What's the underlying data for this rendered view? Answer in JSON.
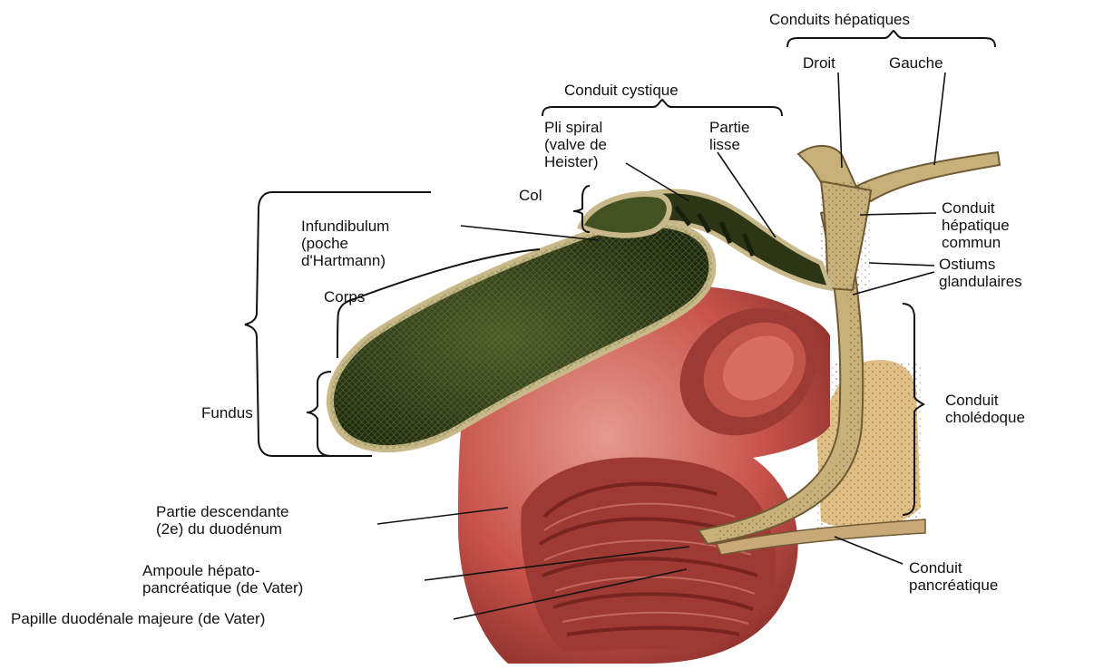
{
  "labels": {
    "conduits_hepatiques": "Conduits hépatiques",
    "droit": "Droit",
    "gauche": "Gauche",
    "conduit_cystique": "Conduit cystique",
    "pli_spiral": "Pli spiral\n(valve de\nHeister)",
    "partie_lisse": "Partie\nlisse",
    "col": "Col",
    "infundibulum": "Infundibulum\n(poche\nd'Hartmann)",
    "corps": "Corps",
    "fundus": "Fundus",
    "conduit_hepatique_commun": "Conduit\nhépatique\ncommun",
    "ostiums_glandulaires": "Ostiums\nglandulaires",
    "conduit_choledoque": "Conduit\ncholédoque",
    "partie_descendante": "Partie descendante\n(2e) du duodénum",
    "ampoule": "Ampoule hépato-\npancréatique (de Vater)",
    "papille": "Papille duodénale majeure (de Vater)",
    "conduit_pancreatique": "Conduit\npancréatique"
  },
  "colors": {
    "gallbladder": "#2f3d1c",
    "gallbladder_wall": "#c9b98a",
    "duodenum": "#c4574f",
    "duodenum_inner": "#8e2a28",
    "duct": "#b9a272",
    "pancreas": "#d9b576"
  }
}
